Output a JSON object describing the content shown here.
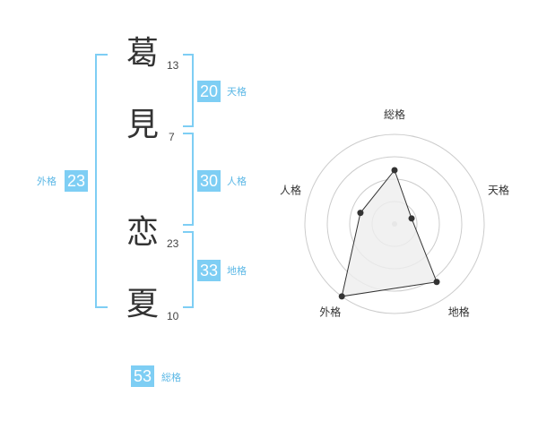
{
  "name": {
    "chars": [
      "葛",
      "見",
      "恋",
      "夏"
    ],
    "strokes": [
      "13",
      "7",
      "23",
      "10"
    ]
  },
  "fortune": {
    "tenkaku": {
      "value": "20",
      "label": "天格"
    },
    "jinkaku": {
      "value": "30",
      "label": "人格"
    },
    "chikaku": {
      "value": "33",
      "label": "地格"
    },
    "gaikaku": {
      "value": "23",
      "label": "外格"
    },
    "soukaku": {
      "value": "53",
      "label": "総格"
    }
  },
  "chart_data": {
    "type": "radar",
    "axes": [
      "総格",
      "天格",
      "地格",
      "外格",
      "人格"
    ],
    "values": [
      3,
      1,
      4,
      5,
      2
    ],
    "max": 5,
    "rings": 4,
    "colors": {
      "fill": "#eeeeee",
      "stroke": "#333333",
      "grid": "#cccccc",
      "point": "#333333"
    }
  },
  "colors": {
    "accent": "#7ecef4",
    "accent_text": "#5cb8e6"
  }
}
